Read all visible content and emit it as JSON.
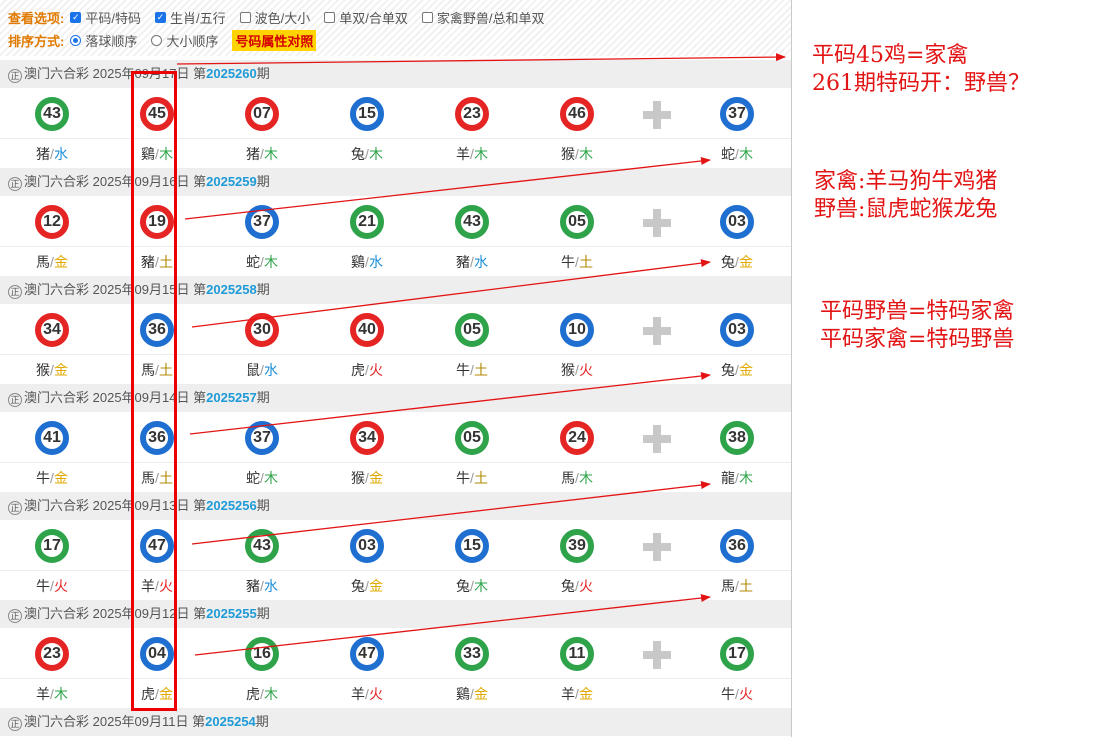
{
  "options": {
    "view_label": "查看选项:",
    "view_items": [
      {
        "label": "平码/特码",
        "checked": true
      },
      {
        "label": "生肖/五行",
        "checked": true
      },
      {
        "label": "波色/大小",
        "checked": false
      },
      {
        "label": "单双/合单双",
        "checked": false
      },
      {
        "label": "家禽野兽/总和单双",
        "checked": false
      }
    ],
    "sort_label": "排序方式:",
    "sort_items": [
      {
        "label": "落球顺序",
        "selected": true
      },
      {
        "label": "大小顺序",
        "selected": false
      }
    ],
    "highlight_button": "号码属性对照"
  },
  "draws": [
    {
      "emblem": "正",
      "lottery": "澳门六合彩",
      "date": "2025年09月17日",
      "issue_prefix": "第",
      "issue": "2025260",
      "issue_suffix": "期",
      "balls": [
        {
          "num": "43",
          "color": "green",
          "zodiac": "猪",
          "element": "水"
        },
        {
          "num": "45",
          "color": "red",
          "zodiac": "鷄",
          "element": "木"
        },
        {
          "num": "07",
          "color": "red",
          "zodiac": "猪",
          "element": "木"
        },
        {
          "num": "15",
          "color": "blue",
          "zodiac": "兔",
          "element": "木"
        },
        {
          "num": "23",
          "color": "red",
          "zodiac": "羊",
          "element": "木"
        },
        {
          "num": "46",
          "color": "red",
          "zodiac": "猴",
          "element": "木"
        },
        {
          "num": "37",
          "color": "blue",
          "zodiac": "蛇",
          "element": "木"
        }
      ]
    },
    {
      "emblem": "正",
      "lottery": "澳门六合彩",
      "date": "2025年09月16日",
      "issue_prefix": "第",
      "issue": "2025259",
      "issue_suffix": "期",
      "balls": [
        {
          "num": "12",
          "color": "red",
          "zodiac": "馬",
          "element": "金"
        },
        {
          "num": "19",
          "color": "red",
          "zodiac": "豬",
          "element": "土"
        },
        {
          "num": "37",
          "color": "blue",
          "zodiac": "蛇",
          "element": "木"
        },
        {
          "num": "21",
          "color": "green",
          "zodiac": "鷄",
          "element": "水"
        },
        {
          "num": "43",
          "color": "green",
          "zodiac": "豬",
          "element": "水"
        },
        {
          "num": "05",
          "color": "green",
          "zodiac": "牛",
          "element": "土"
        },
        {
          "num": "03",
          "color": "blue",
          "zodiac": "兔",
          "element": "金"
        }
      ]
    },
    {
      "emblem": "正",
      "lottery": "澳门六合彩",
      "date": "2025年09月15日",
      "issue_prefix": "第",
      "issue": "2025258",
      "issue_suffix": "期",
      "balls": [
        {
          "num": "34",
          "color": "red",
          "zodiac": "猴",
          "element": "金"
        },
        {
          "num": "36",
          "color": "blue",
          "zodiac": "馬",
          "element": "土"
        },
        {
          "num": "30",
          "color": "red",
          "zodiac": "鼠",
          "element": "水"
        },
        {
          "num": "40",
          "color": "red",
          "zodiac": "虎",
          "element": "火"
        },
        {
          "num": "05",
          "color": "green",
          "zodiac": "牛",
          "element": "土"
        },
        {
          "num": "10",
          "color": "blue",
          "zodiac": "猴",
          "element": "火"
        },
        {
          "num": "03",
          "color": "blue",
          "zodiac": "兔",
          "element": "金"
        }
      ]
    },
    {
      "emblem": "正",
      "lottery": "澳门六合彩",
      "date": "2025年09月14日",
      "issue_prefix": "第",
      "issue": "2025257",
      "issue_suffix": "期",
      "balls": [
        {
          "num": "41",
          "color": "blue",
          "zodiac": "牛",
          "element": "金"
        },
        {
          "num": "36",
          "color": "blue",
          "zodiac": "馬",
          "element": "土"
        },
        {
          "num": "37",
          "color": "blue",
          "zodiac": "蛇",
          "element": "木"
        },
        {
          "num": "34",
          "color": "red",
          "zodiac": "猴",
          "element": "金"
        },
        {
          "num": "05",
          "color": "green",
          "zodiac": "牛",
          "element": "土"
        },
        {
          "num": "24",
          "color": "red",
          "zodiac": "馬",
          "element": "木"
        },
        {
          "num": "38",
          "color": "green",
          "zodiac": "龍",
          "element": "木"
        }
      ]
    },
    {
      "emblem": "正",
      "lottery": "澳门六合彩",
      "date": "2025年09月13日",
      "issue_prefix": "第",
      "issue": "2025256",
      "issue_suffix": "期",
      "balls": [
        {
          "num": "17",
          "color": "green",
          "zodiac": "牛",
          "element": "火"
        },
        {
          "num": "47",
          "color": "blue",
          "zodiac": "羊",
          "element": "火"
        },
        {
          "num": "43",
          "color": "green",
          "zodiac": "豬",
          "element": "水"
        },
        {
          "num": "03",
          "color": "blue",
          "zodiac": "兔",
          "element": "金"
        },
        {
          "num": "15",
          "color": "blue",
          "zodiac": "兔",
          "element": "木"
        },
        {
          "num": "39",
          "color": "green",
          "zodiac": "兔",
          "element": "火"
        },
        {
          "num": "36",
          "color": "blue",
          "zodiac": "馬",
          "element": "土"
        }
      ]
    },
    {
      "emblem": "正",
      "lottery": "澳门六合彩",
      "date": "2025年09月12日",
      "issue_prefix": "第",
      "issue": "2025255",
      "issue_suffix": "期",
      "balls": [
        {
          "num": "23",
          "color": "red",
          "zodiac": "羊",
          "element": "木"
        },
        {
          "num": "04",
          "color": "blue",
          "zodiac": "虎",
          "element": "金"
        },
        {
          "num": "16",
          "color": "green",
          "zodiac": "虎",
          "element": "木"
        },
        {
          "num": "47",
          "color": "blue",
          "zodiac": "羊",
          "element": "火"
        },
        {
          "num": "33",
          "color": "green",
          "zodiac": "鷄",
          "element": "金"
        },
        {
          "num": "11",
          "color": "green",
          "zodiac": "羊",
          "element": "金"
        },
        {
          "num": "17",
          "color": "green",
          "zodiac": "牛",
          "element": "火"
        }
      ]
    },
    {
      "emblem": "正",
      "lottery": "澳门六合彩",
      "date": "2025年09月11日",
      "issue_prefix": "第",
      "issue": "2025254",
      "issue_suffix": "期",
      "balls": []
    }
  ],
  "annotations": {
    "note1_line1": "平码45鸡=家禽",
    "note1_line2": "261期特码开：野兽？",
    "note2_line1": "家禽:羊马狗牛鸡猪",
    "note2_line2": "野兽:鼠虎蛇猴龙兔",
    "note3_line1": "平码野兽=特码家禽",
    "note3_line2": "平码家禽=特码野兽"
  },
  "colors": {
    "ball_red": "#e52424",
    "ball_blue": "#1f6fd1",
    "ball_green": "#2ea34a",
    "issue_blue": "#1e9bd7",
    "annotation_red": "#e31414",
    "option_label_orange": "#e07a00",
    "highlight_yellow": "#ffd400"
  },
  "icons": [
    "plus-icon",
    "checkbox-icon",
    "radio-icon",
    "lottery-emblem-icon"
  ]
}
